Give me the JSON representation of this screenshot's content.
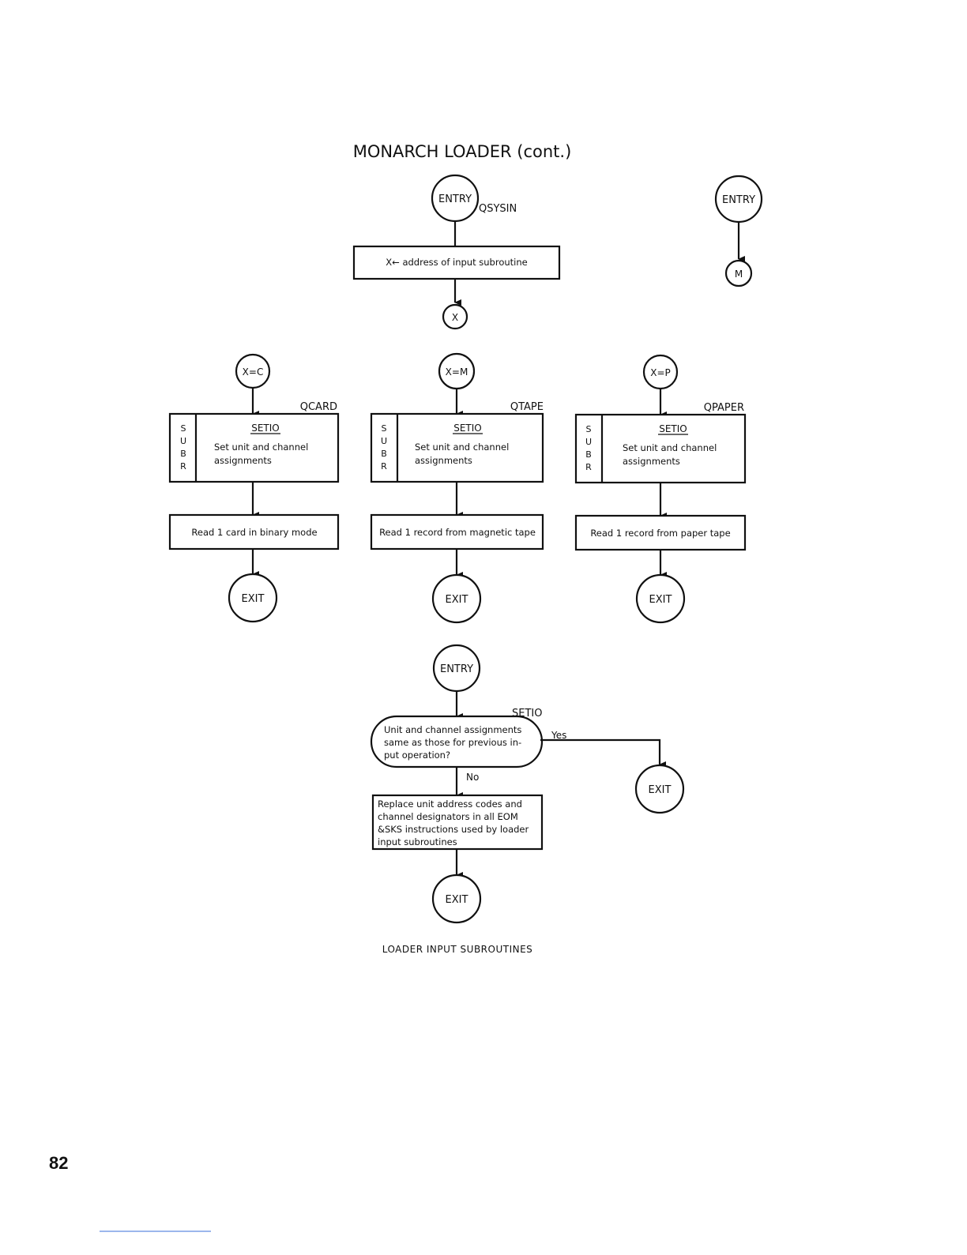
{
  "title": "MONARCH LOADER (cont.)",
  "caption": "LOADER INPUT SUBROUTINES",
  "page_number": "82",
  "top": {
    "entry_label": "ENTRY",
    "entry_tag": "QSYSIN",
    "assign_text": "X← address of input subroutine",
    "connector_x": "X",
    "right_entry_label": "ENTRY",
    "connector_m": "M"
  },
  "columns": [
    {
      "connector": "X=C",
      "tag": "QCARD",
      "subr_letters": [
        "S",
        "U",
        "B",
        "R"
      ],
      "subr_name": "SETIO",
      "subr_desc": [
        "Set unit and channel",
        "assignments"
      ],
      "action": "Read 1 card in binary mode",
      "exit": "EXIT"
    },
    {
      "connector": "X=M",
      "tag": "QTAPE",
      "subr_letters": [
        "S",
        "U",
        "B",
        "R"
      ],
      "subr_name": "SETIO",
      "subr_desc": [
        "Set unit and channel",
        "assignments"
      ],
      "action": "Read 1 record from magnetic tape",
      "exit": "EXIT"
    },
    {
      "connector": "X=P",
      "tag": "QPAPER",
      "subr_letters": [
        "S",
        "U",
        "B",
        "R"
      ],
      "subr_name": "SETIO",
      "subr_desc": [
        "Set unit and channel",
        "assignments"
      ],
      "action": "Read 1 record from paper tape",
      "exit": "EXIT"
    }
  ],
  "setio": {
    "entry_label": "ENTRY",
    "tag": "SETIO",
    "decision": [
      "Unit and channel assignments",
      "same as those for previous in-",
      "put operation?"
    ],
    "yes_label": "Yes",
    "no_label": "No",
    "yes_exit": "EXIT",
    "process": [
      "Replace unit address codes and",
      "channel designators in all EOM",
      "&SKS instructions used by loader",
      "input subroutines"
    ],
    "final_exit": "EXIT"
  }
}
